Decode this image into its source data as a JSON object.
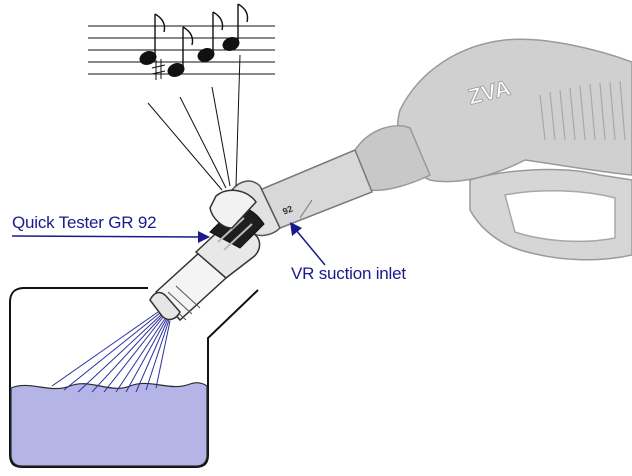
{
  "labels": {
    "tester": "Quick Tester GR 92",
    "inlet": "VR suction inlet",
    "nozzle_model": "92",
    "brand": "ZVA"
  },
  "colors": {
    "label_text": "#1a1a8c",
    "arrow": "#1a1a8c",
    "liquid": "#b4b4e6",
    "spray": "#3030a0",
    "nozzle_gray": "#cfcfcf",
    "outline": "#222222"
  },
  "icons": {
    "sound": "music-notes-icon",
    "nozzle": "fuel-nozzle-icon"
  }
}
